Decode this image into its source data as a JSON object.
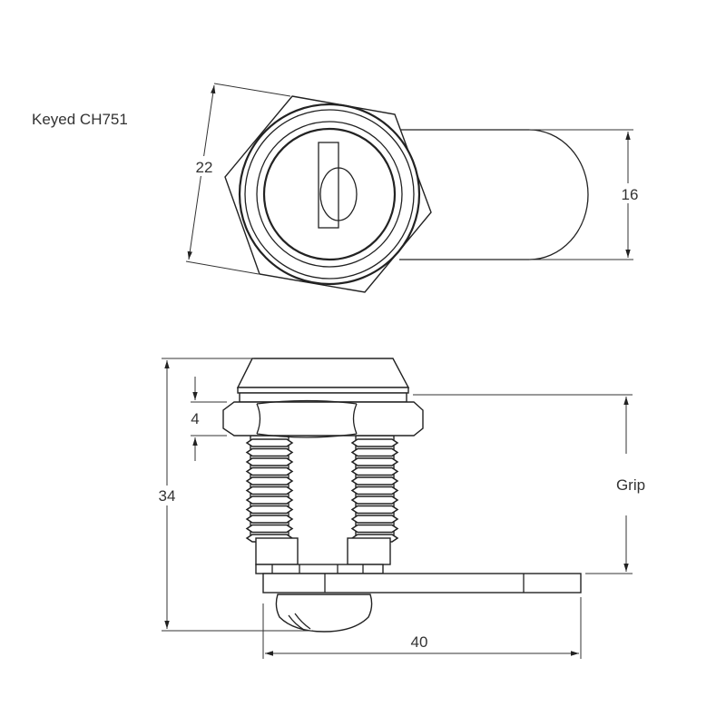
{
  "title": "Keyed CH751",
  "top_view": {
    "dim_diameter": "22",
    "dim_cam_width": "16"
  },
  "side_view": {
    "dim_height": "34",
    "dim_nut": "4",
    "dim_grip": "Grip",
    "dim_length": "40"
  }
}
